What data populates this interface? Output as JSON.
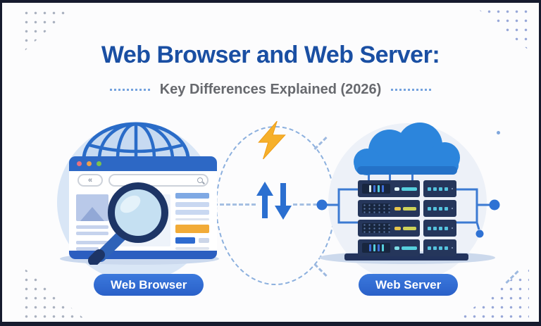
{
  "header": {
    "title": "Web Browser and Web Server:",
    "subtitle": "Key Differences Explained (2026)"
  },
  "browser_card": {
    "label": "Web Browser",
    "back_glyph": "«"
  },
  "server_card": {
    "label": "Web Server"
  },
  "icons": {
    "globe": "globe-icon",
    "address_search": "search-icon",
    "magnifier": "magnifying-glass-icon",
    "lightning": "lightning-bolt-icon",
    "exchange_arrows": "up-down-arrows-icon",
    "cloud": "cloud-icon"
  },
  "colors": {
    "title_blue": "#1A4FA3",
    "subtitle_gray": "#67696E",
    "pill_blue": "#2E6BCE",
    "browser_chrome_blue": "#2D68C5",
    "cloud_blue": "#2C85DC",
    "server_navy": "#25365B",
    "accent_yellow": "#F6B02A",
    "arrow_blue": "#2B6FD0",
    "dashed_line_blue": "#8CB0DE",
    "frame_border": "#161B2E"
  }
}
